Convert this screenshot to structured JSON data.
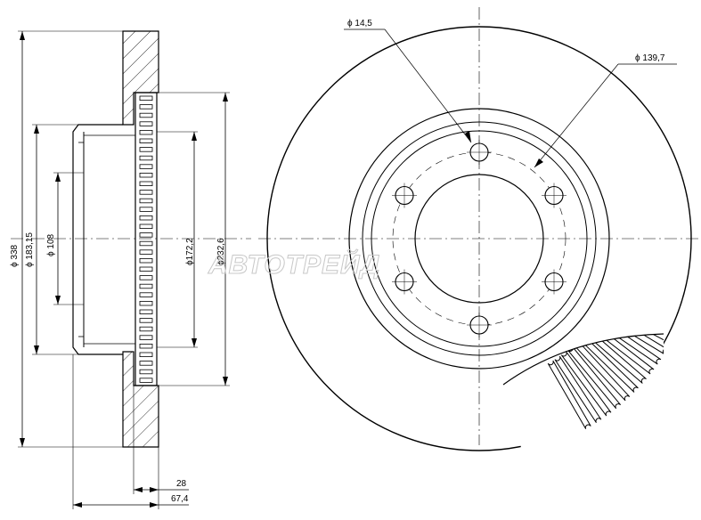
{
  "dimensions": {
    "outer_diameter": "338",
    "hub_diameter": "183,15",
    "bore_diameter": "108",
    "inner_friction_diameter": "172,2",
    "outer_friction_diameter": "232,6",
    "thickness": "28",
    "total_height": "67,4",
    "bolt_hole_diameter": "14,5",
    "pcd": "139,7"
  },
  "diameter_symbol": "ϕ",
  "watermark": "АВТОТРЕЙД",
  "bolt_hole_count": 6,
  "colors": {
    "line": "#000000",
    "watermark": "#c8c8c8"
  }
}
